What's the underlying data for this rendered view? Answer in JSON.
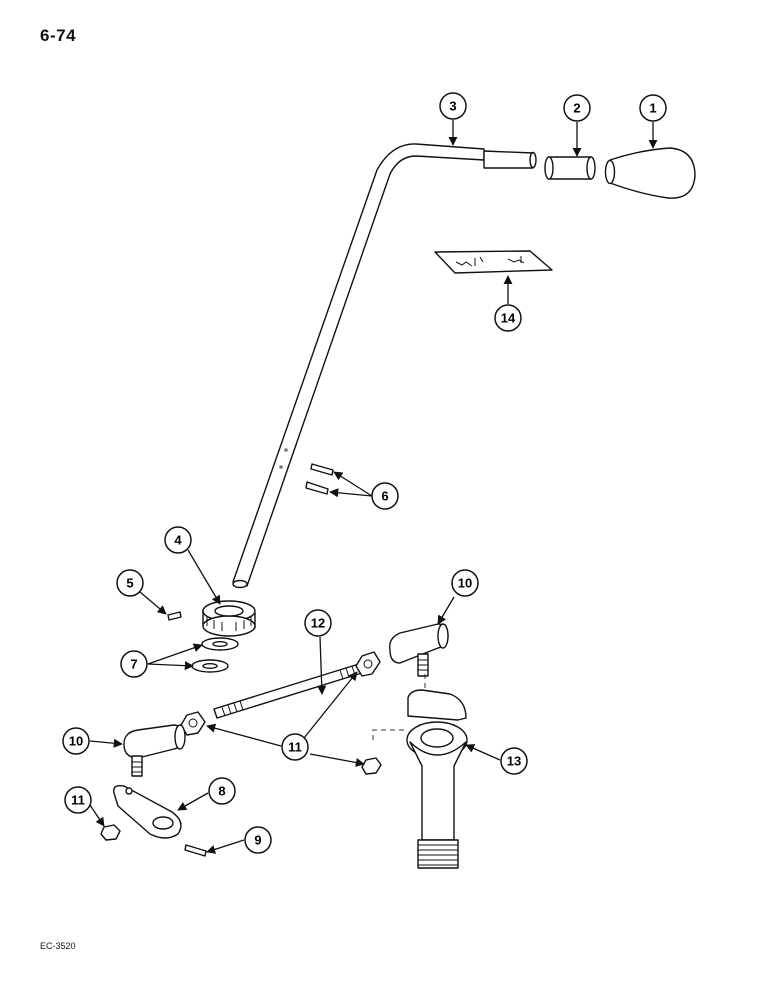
{
  "page": {
    "number": "6-74",
    "figure_code": "EC-3520"
  },
  "callouts": {
    "c1": "1",
    "c2": "2",
    "c3": "3",
    "c4": "4",
    "c5": "5",
    "c6": "6",
    "c7": "7",
    "c8": "8",
    "c9": "9",
    "c10a": "10",
    "c10b": "10",
    "c11a": "11",
    "c11b": "11",
    "c12": "12",
    "c13": "13",
    "c14": "14"
  }
}
